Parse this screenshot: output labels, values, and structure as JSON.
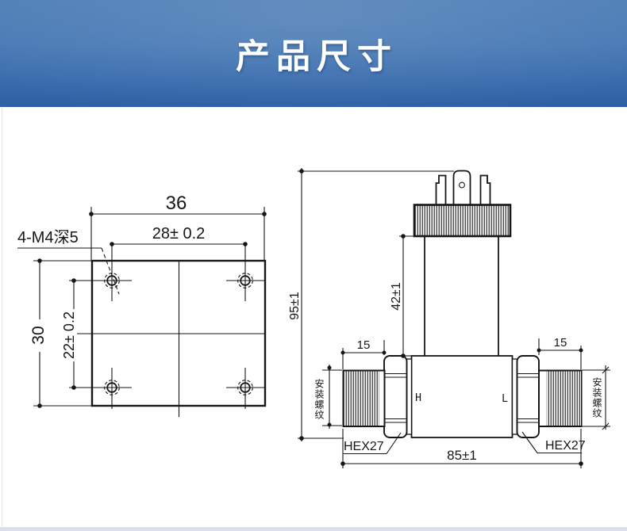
{
  "header": {
    "title": "产品尺寸"
  },
  "plate_view": {
    "width_dim": "36",
    "hole_spacing_horizontal": "28± 0.2",
    "height_dim": "30",
    "hole_spacing_vertical": "22± 0.2",
    "thread_note": "4-M4深5"
  },
  "side_view": {
    "overall_height_dim": "95±1",
    "upper_section_dim": "42±1",
    "left_thread_length_dim": "15",
    "right_thread_length_dim": "15",
    "high_port_label": "H",
    "low_port_label": "L",
    "left_hex_label": "HEX27",
    "right_hex_label": "HEX27",
    "overall_width_dim": "85±1",
    "left_thread_label": "安装螺纹",
    "right_thread_label": "安装螺纹"
  },
  "colors": {
    "banner_top": "#4d7eb6",
    "banner_bottom": "#2d5fa3",
    "banner_text": "#ffffff",
    "line": "#161616",
    "footer_strip": "#d9e0ed"
  }
}
